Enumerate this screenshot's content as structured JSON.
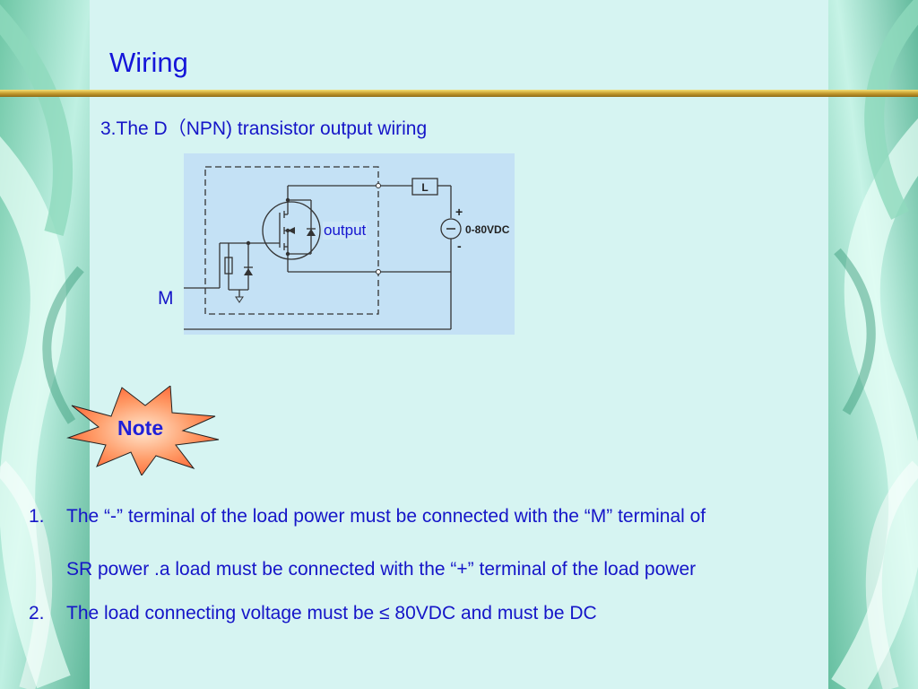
{
  "title": "Wiring",
  "subtitle": "3.The D（NPN) transistor output wiring",
  "diagram": {
    "load_label": "L",
    "voltage_label": "0-80VDC",
    "plus_sign": "+",
    "minus_sign": "-",
    "output_label": "output",
    "m_label": "M"
  },
  "note_label": "Note",
  "notes": [
    {
      "number": "1.",
      "line1": "The “-” terminal of the load power must be connected with the “M” terminal of",
      "line2": "SR  power .a load must be connected with the “+” terminal of the load power"
    },
    {
      "number": "2.",
      "line1": "The load connecting voltage must be ≤ 80VDC  and must be DC"
    }
  ]
}
